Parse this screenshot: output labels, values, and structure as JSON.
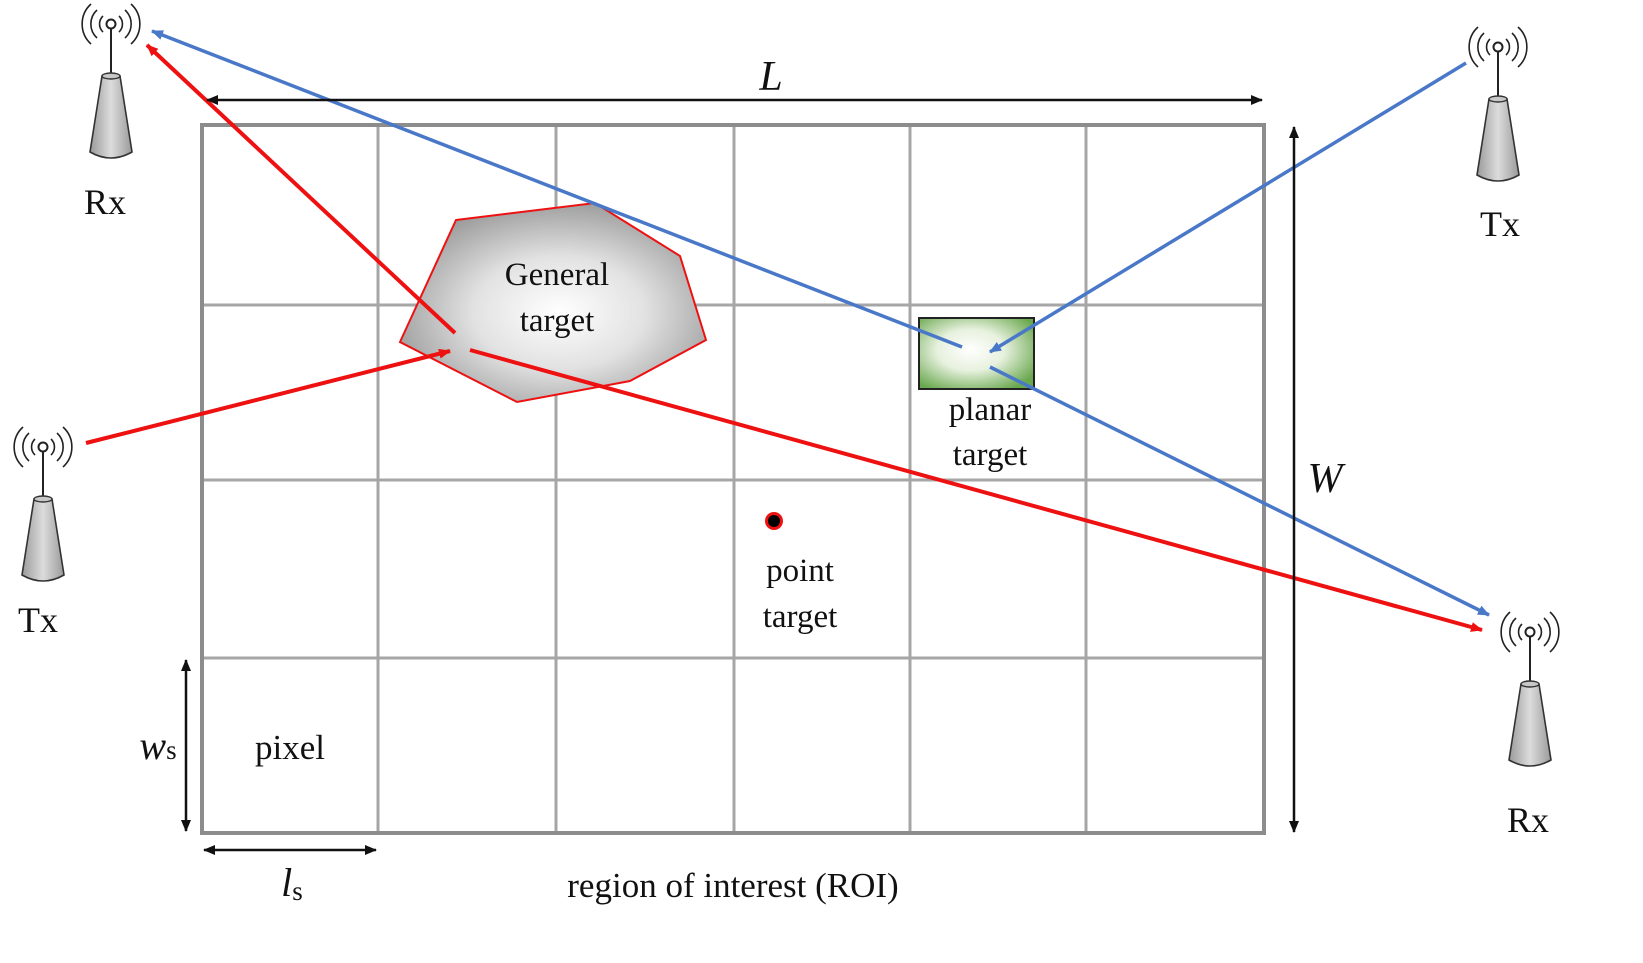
{
  "labels": {
    "dim_length": "L",
    "dim_width": "W",
    "pixel_length_main": "l",
    "pixel_length_sub": "s",
    "pixel_width_main": "w",
    "pixel_width_sub": "s",
    "pixel": "pixel",
    "roi": "region of interest (ROI)",
    "general_target_line1": "General",
    "general_target_line2": "target",
    "planar_target_line1": "planar",
    "planar_target_line2": "target",
    "point_target_line1": "point",
    "point_target_line2": "target"
  },
  "antennas": {
    "rx_top_left": "Rx",
    "tx_top_right": "Tx",
    "tx_left": "Tx",
    "rx_bottom_right": "Rx"
  },
  "colors": {
    "red_path": "#ee1111",
    "blue_path": "#4a78c8",
    "grid": "#a6a6a6",
    "grid_border": "#8c8c8c",
    "planar_fill": "#6aa84f"
  },
  "icons": {
    "antenna": "antenna-icon",
    "signal": "radio-waves-icon"
  }
}
